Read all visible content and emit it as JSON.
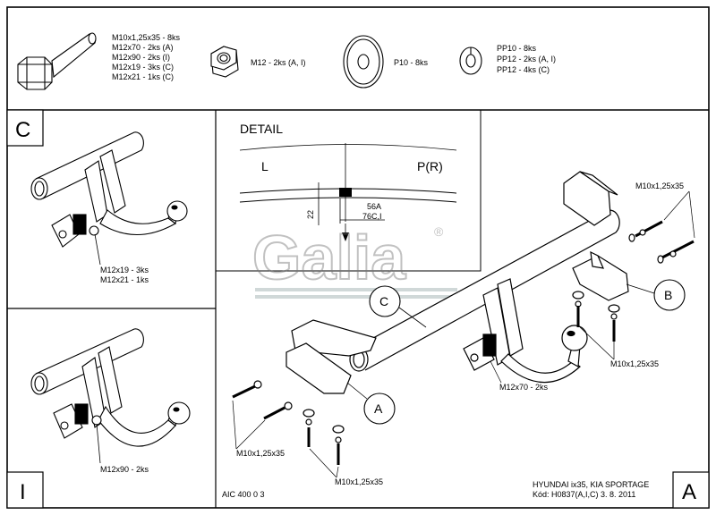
{
  "parts": {
    "bolt": {
      "lines": [
        "M10x1,25x35 - 8ks",
        "M12x70 - 2ks (A)",
        "M12x90 - 2ks (I)",
        "M12x19 - 3ks (C)",
        "M12x21 - 1ks (C)"
      ],
      "icon": "hex-bolt-icon"
    },
    "nut": {
      "label": "M12 - 2ks (A, I)",
      "icon": "hex-nut-icon"
    },
    "washer": {
      "label": "P10 - 8ks",
      "icon": "flat-washer-icon"
    },
    "spring_washer": {
      "lines": [
        "PP10 - 8ks",
        "PP12 - 2ks (A, I)",
        "PP12 - 4ks (C)"
      ],
      "icon": "spring-washer-icon"
    }
  },
  "panel_c": {
    "letter": "C",
    "labels": [
      "M12x19 - 3ks",
      "M12x21 - 1ks"
    ]
  },
  "panel_i": {
    "letter": "I",
    "label": "M12x90 - 2ks"
  },
  "detail": {
    "title": "DETAIL",
    "left": "L",
    "right": "P(R)",
    "dim_22": "22",
    "dim_56a": "56A",
    "dim_76ci": "76C,I"
  },
  "watermark": {
    "text": "Galia",
    "mark": "®"
  },
  "main": {
    "callout_c": "C",
    "callout_a": "A",
    "callout_b": "B",
    "bolt_top_right": "M10x1,25x35",
    "bolt_right": "M10x1,25x35",
    "ball_bolt": "M12x70 - 2ks",
    "bolt_left": "M10x1,25x35",
    "bolt_bottom": "M10x1,25x35"
  },
  "footer": {
    "code": "AIC 400 0 3",
    "vehicle": "HYUNDAI ix35, KIA SPORTAGE",
    "kod": "Kód: H0837(A,I,C)  3. 8. 2011",
    "sheet_letter": "A"
  }
}
